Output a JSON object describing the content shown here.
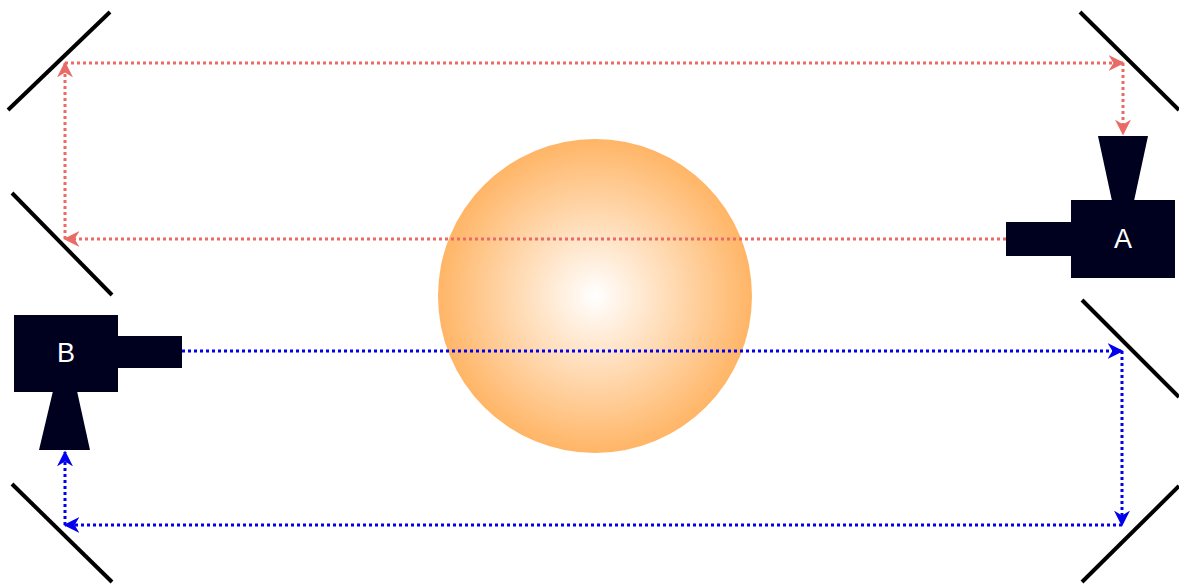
{
  "diagram": {
    "nodes": [
      {
        "text": [
          "A"
        ]
      },
      {
        "text": [
          "B"
        ]
      }
    ],
    "edges": [
      {
        "from": 0,
        "to": 0,
        "arrow": "to"
      },
      {
        "from": 1,
        "to": 1,
        "arrow": "to"
      }
    ]
  }
}
